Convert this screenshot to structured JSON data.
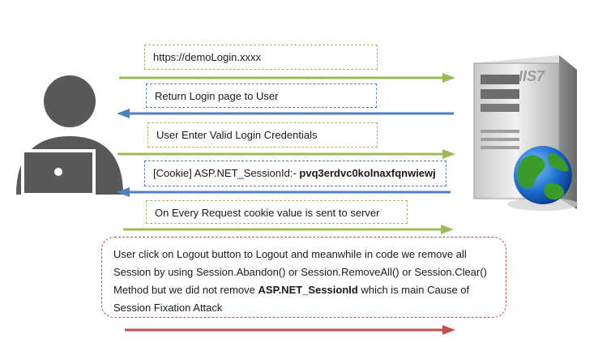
{
  "messages": {
    "request_url": "https://demoLogin.xxxx",
    "return_login": "Return Login page to User",
    "enter_credentials": "User Enter Valid Login Credentials",
    "cookie_prefix": "[Cookie] ASP.NET_SessionId:-",
    "cookie_value": "pvq3erdvc0kolnaxfqnwiewj",
    "every_request": "On Every Request cookie value is sent to server"
  },
  "note": {
    "line1": "User click on Logout button to Logout and meanwhile in code we remove all",
    "line2": "Session by using Session.Abandon() or Session.RemoveAll() or Session.Clear()",
    "line3_prefix": "Method but we did not remove",
    "line3_bold": "ASP.NET_SessionId",
    "line3_suffix": "which is main Cause of",
    "line4": "Session Fixation Attack"
  },
  "server": {
    "label": "IIS7"
  },
  "colors": {
    "green_arrow": "#9bbb59",
    "blue_arrow": "#4f81bd",
    "red_arrow": "#c0504d",
    "user_icon": "#595959"
  }
}
